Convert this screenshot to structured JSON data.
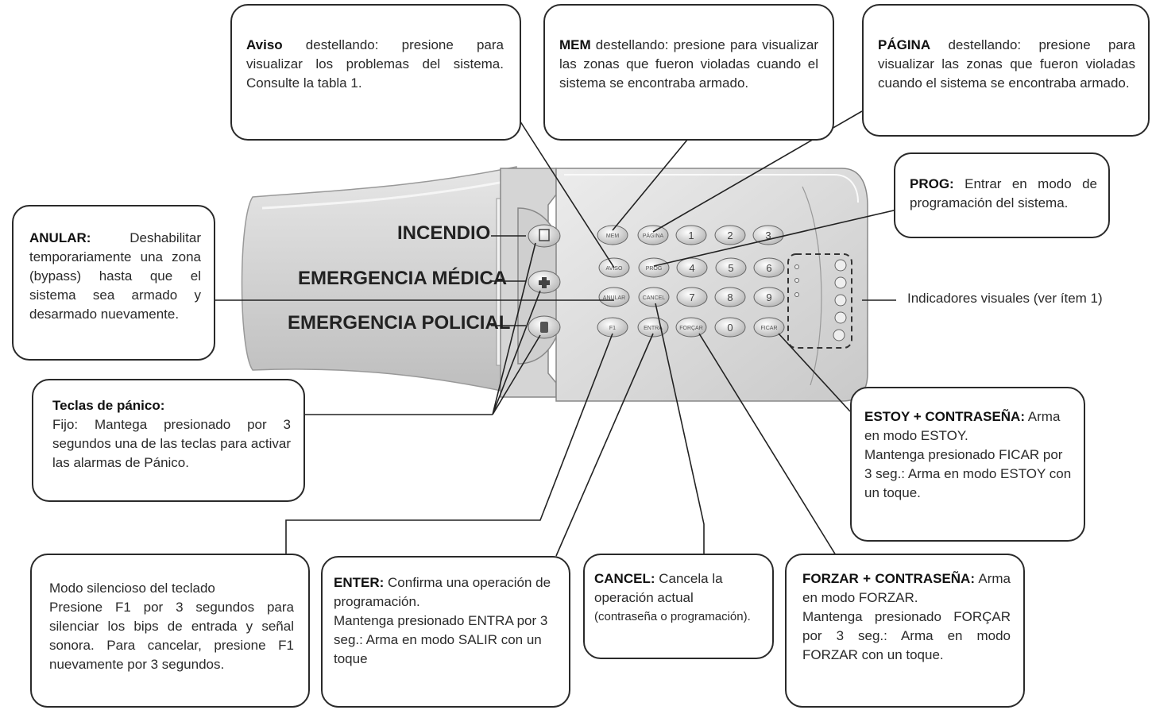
{
  "keypad": {
    "panic_labels": [
      "INCENDIO",
      "EMERGENCIA MÉDICA",
      "EMERGENCIA POLICIAL"
    ],
    "keys": {
      "mem": "MEM",
      "pagina": "PÁGINA",
      "k1": "1",
      "k2": "2",
      "k3": "3",
      "aviso": "AVISO",
      "prog": "PROG",
      "k4": "4",
      "k5": "5",
      "k6": "6",
      "anular": "ANULAR",
      "cancel": "CANCEL",
      "k7": "7",
      "k8": "8",
      "k9": "9",
      "f1": "F1",
      "entra": "ENTRA",
      "forcar": "FORÇAR",
      "k0": "0",
      "ficar": "FICAR"
    }
  },
  "callouts": {
    "aviso": {
      "title": "Aviso",
      "text": " destellando: presione para visualizar los problemas del sistema. Consulte la tabla 1."
    },
    "mem": {
      "title": "MEM",
      "text": " destellando: presione para visualizar las zonas que fueron violadas cuando el sistema se encontraba armado."
    },
    "pagina": {
      "title": "PÁGINA",
      "text": " destellando: presione para visualizar las zonas que fueron violadas cuando el sistema se encontraba armado."
    },
    "prog": {
      "title": "PROG:",
      "text": " Entrar en modo de programación del sistema."
    },
    "anular": {
      "title": "ANULAR:",
      "text": " Deshabilitar temporariamente una zona (bypass) hasta que el sistema sea armado y desarmado nuevamente."
    },
    "indicators": {
      "text": "Indicadores visuales (ver ítem 1)"
    },
    "panic": {
      "title": "Teclas de pánico:",
      "text": "Fijo: Mantega presionado por 3 segundos una de las teclas para activar las alarmas de Pánico."
    },
    "estoy": {
      "title": "ESTOY + CONTRASEÑA:",
      "text1": " Arma en modo ESTOY.",
      "text2": "Mantenga presionado FICAR por 3 seg.: Arma en modo ESTOY con un toque."
    },
    "silent": {
      "line1": "Modo silencioso del teclado",
      "text": "Presione F1 por 3 segundos para silenciar los bips de entrada y señal sonora. Para cancelar, presione F1 nuevamente por 3 segundos."
    },
    "enter": {
      "title": "ENTER:",
      "text1": " Confirma una operación de programación.",
      "text2": "Mantenga presionado ENTRA por 3 seg.: Arma en modo SALIR con un toque"
    },
    "cancel": {
      "title": "CANCEL:",
      "text1": " Cancela la operación actual",
      "text2": "(contraseña o programación)."
    },
    "forzar": {
      "title": "FORZAR + CONTRASEÑA:",
      "text1": " Arma en modo FORZAR.",
      "text2": "Mantenga presionado FORÇAR por 3 seg.: Arma en modo FORZAR con un toque."
    }
  }
}
